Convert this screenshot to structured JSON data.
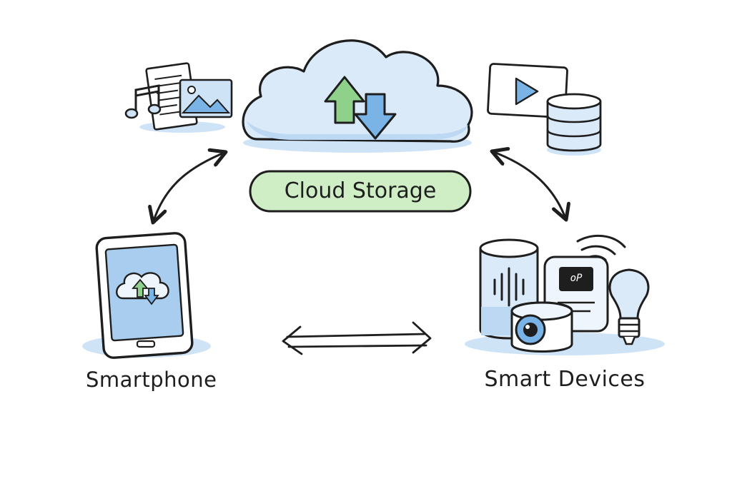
{
  "cloud": {
    "label": "Cloud Storage"
  },
  "smartphone": {
    "label": "Smartphone"
  },
  "smart_devices": {
    "label": "Smart Devices",
    "hub_display": "oP"
  },
  "colors": {
    "stroke": "#1e1e1e",
    "blue_fill": "#cfe3f7",
    "blue_shadow": "#bcd8f2",
    "green": "#8fd18a",
    "pill_green": "#cfeec5",
    "arrow_blue": "#7ab3e6"
  },
  "icons": [
    "music-note-icon",
    "document-icon",
    "image-icon",
    "video-play-icon",
    "database-icon",
    "upload-arrow-icon",
    "download-arrow-icon",
    "wifi-signal-icon",
    "smart-speaker-icon",
    "thermostat-icon",
    "camera-icon",
    "light-bulb-icon"
  ]
}
